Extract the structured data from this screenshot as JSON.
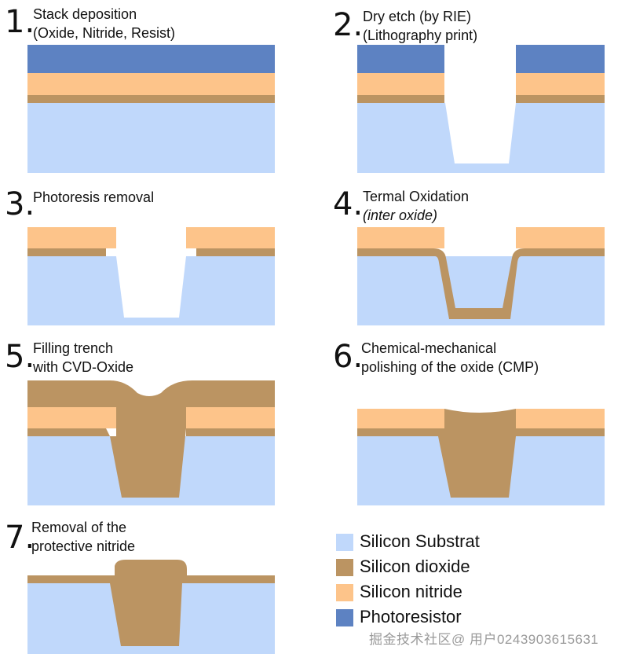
{
  "colors": {
    "silicon_substrate": "#c0d8fb",
    "silicon_dioxide": "#bb9462",
    "silicon_nitride": "#fdc48a",
    "photoresistor": "#5d82c2"
  },
  "steps": [
    {
      "number": "1.",
      "line1": "Stack deposition",
      "line2": "(Oxide, Nitride, Resist)"
    },
    {
      "number": "2.",
      "line1": "Dry etch (by RIE)",
      "line2": "(Lithography print)"
    },
    {
      "number": "3.",
      "line1": "Photoresis removal",
      "line2": ""
    },
    {
      "number": "4.",
      "line1": "Termal Oxidation",
      "line2": "(inter oxide)"
    },
    {
      "number": "5.",
      "line1": "Filling trench",
      "line2": "with CVD-Oxide"
    },
    {
      "number": "6.",
      "line1": "Chemical-mechanical",
      "line2": "polishing of the oxide (CMP)"
    },
    {
      "number": "7.",
      "line1": "Removal of the",
      "line2": "protective nitride"
    }
  ],
  "legend": [
    {
      "label": "Silicon Substrat",
      "color": "#c0d8fb"
    },
    {
      "label": "Silicon dioxide",
      "color": "#bb9462"
    },
    {
      "label": "Silicon nitride",
      "color": "#fdc48a"
    },
    {
      "label": "Photoresistor",
      "color": "#5d82c2"
    }
  ],
  "watermark": "掘金技术社区@ 用户0243903615631"
}
